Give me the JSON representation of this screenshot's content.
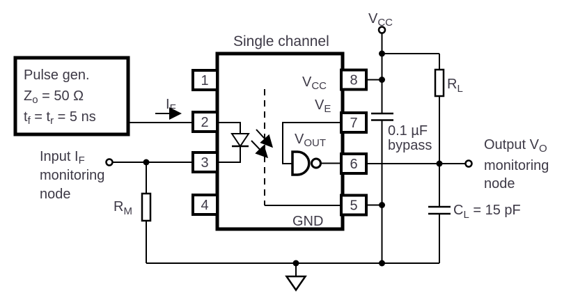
{
  "title": "Single channel",
  "colors": {
    "line": "#000000",
    "text": "#3d3946",
    "background": "#ffffff"
  },
  "supply": {
    "vcc_main": "V",
    "vcc_sub": "CC"
  },
  "pulse_gen": {
    "line1": "Pulse gen.",
    "z_main": "Z",
    "z_sub": "o",
    "z_rest": " = 50 Ω",
    "t1_main": "t",
    "t1_sub": "f",
    "t2_main": " = t",
    "t2_sub": "r",
    "t2_rest": " = 5 ns"
  },
  "if_arrow": {
    "main": "I",
    "sub": "F"
  },
  "input_node": {
    "line1_main": "Input I",
    "line1_sub": "F",
    "line2": "monitoring",
    "line3": "node"
  },
  "output_node": {
    "line1_main": "Output V",
    "line1_sub": "O",
    "line2": "monitoring",
    "line3": "node"
  },
  "ic": {
    "pins": [
      "1",
      "2",
      "3",
      "4",
      "5",
      "6",
      "7",
      "8"
    ],
    "vcc_main": "V",
    "vcc_sub": "CC",
    "ve_main": "V",
    "ve_sub": "E",
    "vout_main": "V",
    "vout_sub": "OUT",
    "gnd": "GND"
  },
  "components": {
    "rl_main": "R",
    "rl_sub": "L",
    "rm_main": "R",
    "rm_sub": "M",
    "cl_main": "C",
    "cl_sub": "L",
    "cl_rest": " = 15 pF",
    "bypass_value": "0.1 µF",
    "bypass_word": "bypass"
  }
}
